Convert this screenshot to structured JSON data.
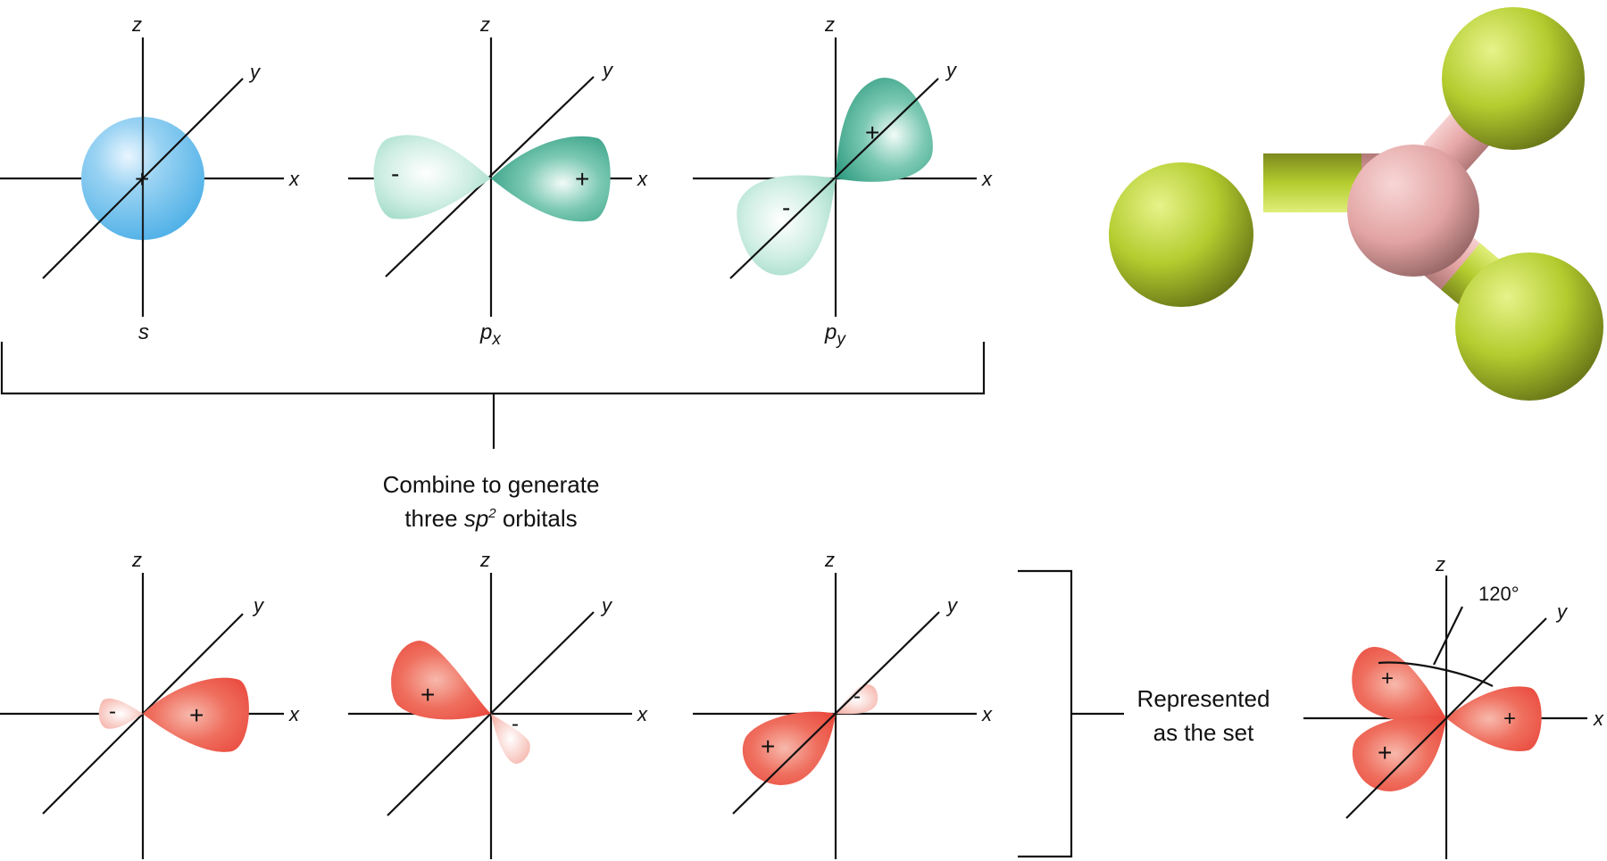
{
  "colors": {
    "s_orbital": "#5bb7e8",
    "p_orbital": "#2fa386",
    "sp2_orbital": "#ec5a4c",
    "halogen_atom": "#b4cc2e",
    "central_atom": "#e6a6a6",
    "axis": "#111111"
  },
  "axes": {
    "x": "x",
    "y": "y",
    "z": "z"
  },
  "orbitals": {
    "s": {
      "label": "s",
      "sign": "+"
    },
    "px": {
      "label": "p",
      "subscript": "x",
      "sign_pos": "+",
      "sign_neg": "-"
    },
    "py": {
      "label": "p",
      "subscript": "y",
      "sign_pos": "+",
      "sign_neg": "-"
    }
  },
  "combine_caption": {
    "line1": "Combine to generate",
    "line2_before": "three ",
    "line2_italic": "sp",
    "line2_sup": "2",
    "line2_after": " orbitals"
  },
  "sp2_orbitals": [
    {
      "sign_pos": "+",
      "sign_neg": "-"
    },
    {
      "sign_pos": "+",
      "sign_neg": "-"
    },
    {
      "sign_pos": "+",
      "sign_neg": "-"
    }
  ],
  "represented_caption": {
    "line1": "Represented",
    "line2": "as the set"
  },
  "sp2_set": {
    "angle": "120°",
    "signs": [
      "+",
      "+",
      "+"
    ]
  },
  "molecule": {
    "icon": "trigonal-planar-molecule-model",
    "outer_atoms": 3,
    "central_atoms": 1
  }
}
